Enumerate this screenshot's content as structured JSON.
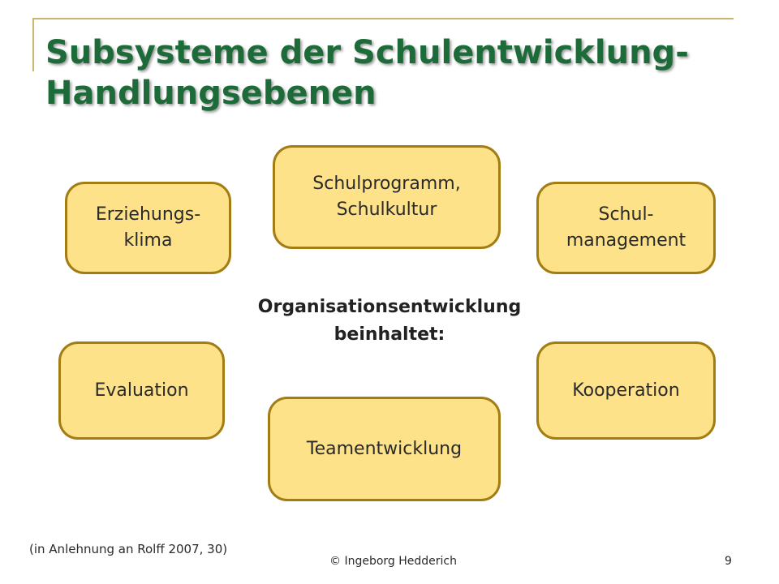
{
  "title": {
    "line1": "Subsysteme der Schulentwicklung-",
    "line2": "Handlungsebenen"
  },
  "center": {
    "line1": "Organisationsentwicklung",
    "line2": "beinhaltet:"
  },
  "boxes": {
    "schulprogramm": {
      "line1": "Schulprogramm,",
      "line2": "Schulkultur"
    },
    "erziehung": {
      "line1": "Erziehungs-",
      "line2": "klima"
    },
    "management": {
      "line1": "Schul-",
      "line2": "management"
    },
    "evaluation": {
      "label": "Evaluation"
    },
    "kooperation": {
      "label": "Kooperation"
    },
    "team": {
      "label": "Teamentwicklung"
    }
  },
  "footer": {
    "source": "(in Anlehnung an Rolff 2007, 30)",
    "copyright": "© Ingeborg Hedderich",
    "page": "9"
  },
  "colors": {
    "title": "#1e6b3a",
    "box_fill": "#fde28a",
    "box_border": "#a37c12",
    "frame": "#c9b46a"
  }
}
